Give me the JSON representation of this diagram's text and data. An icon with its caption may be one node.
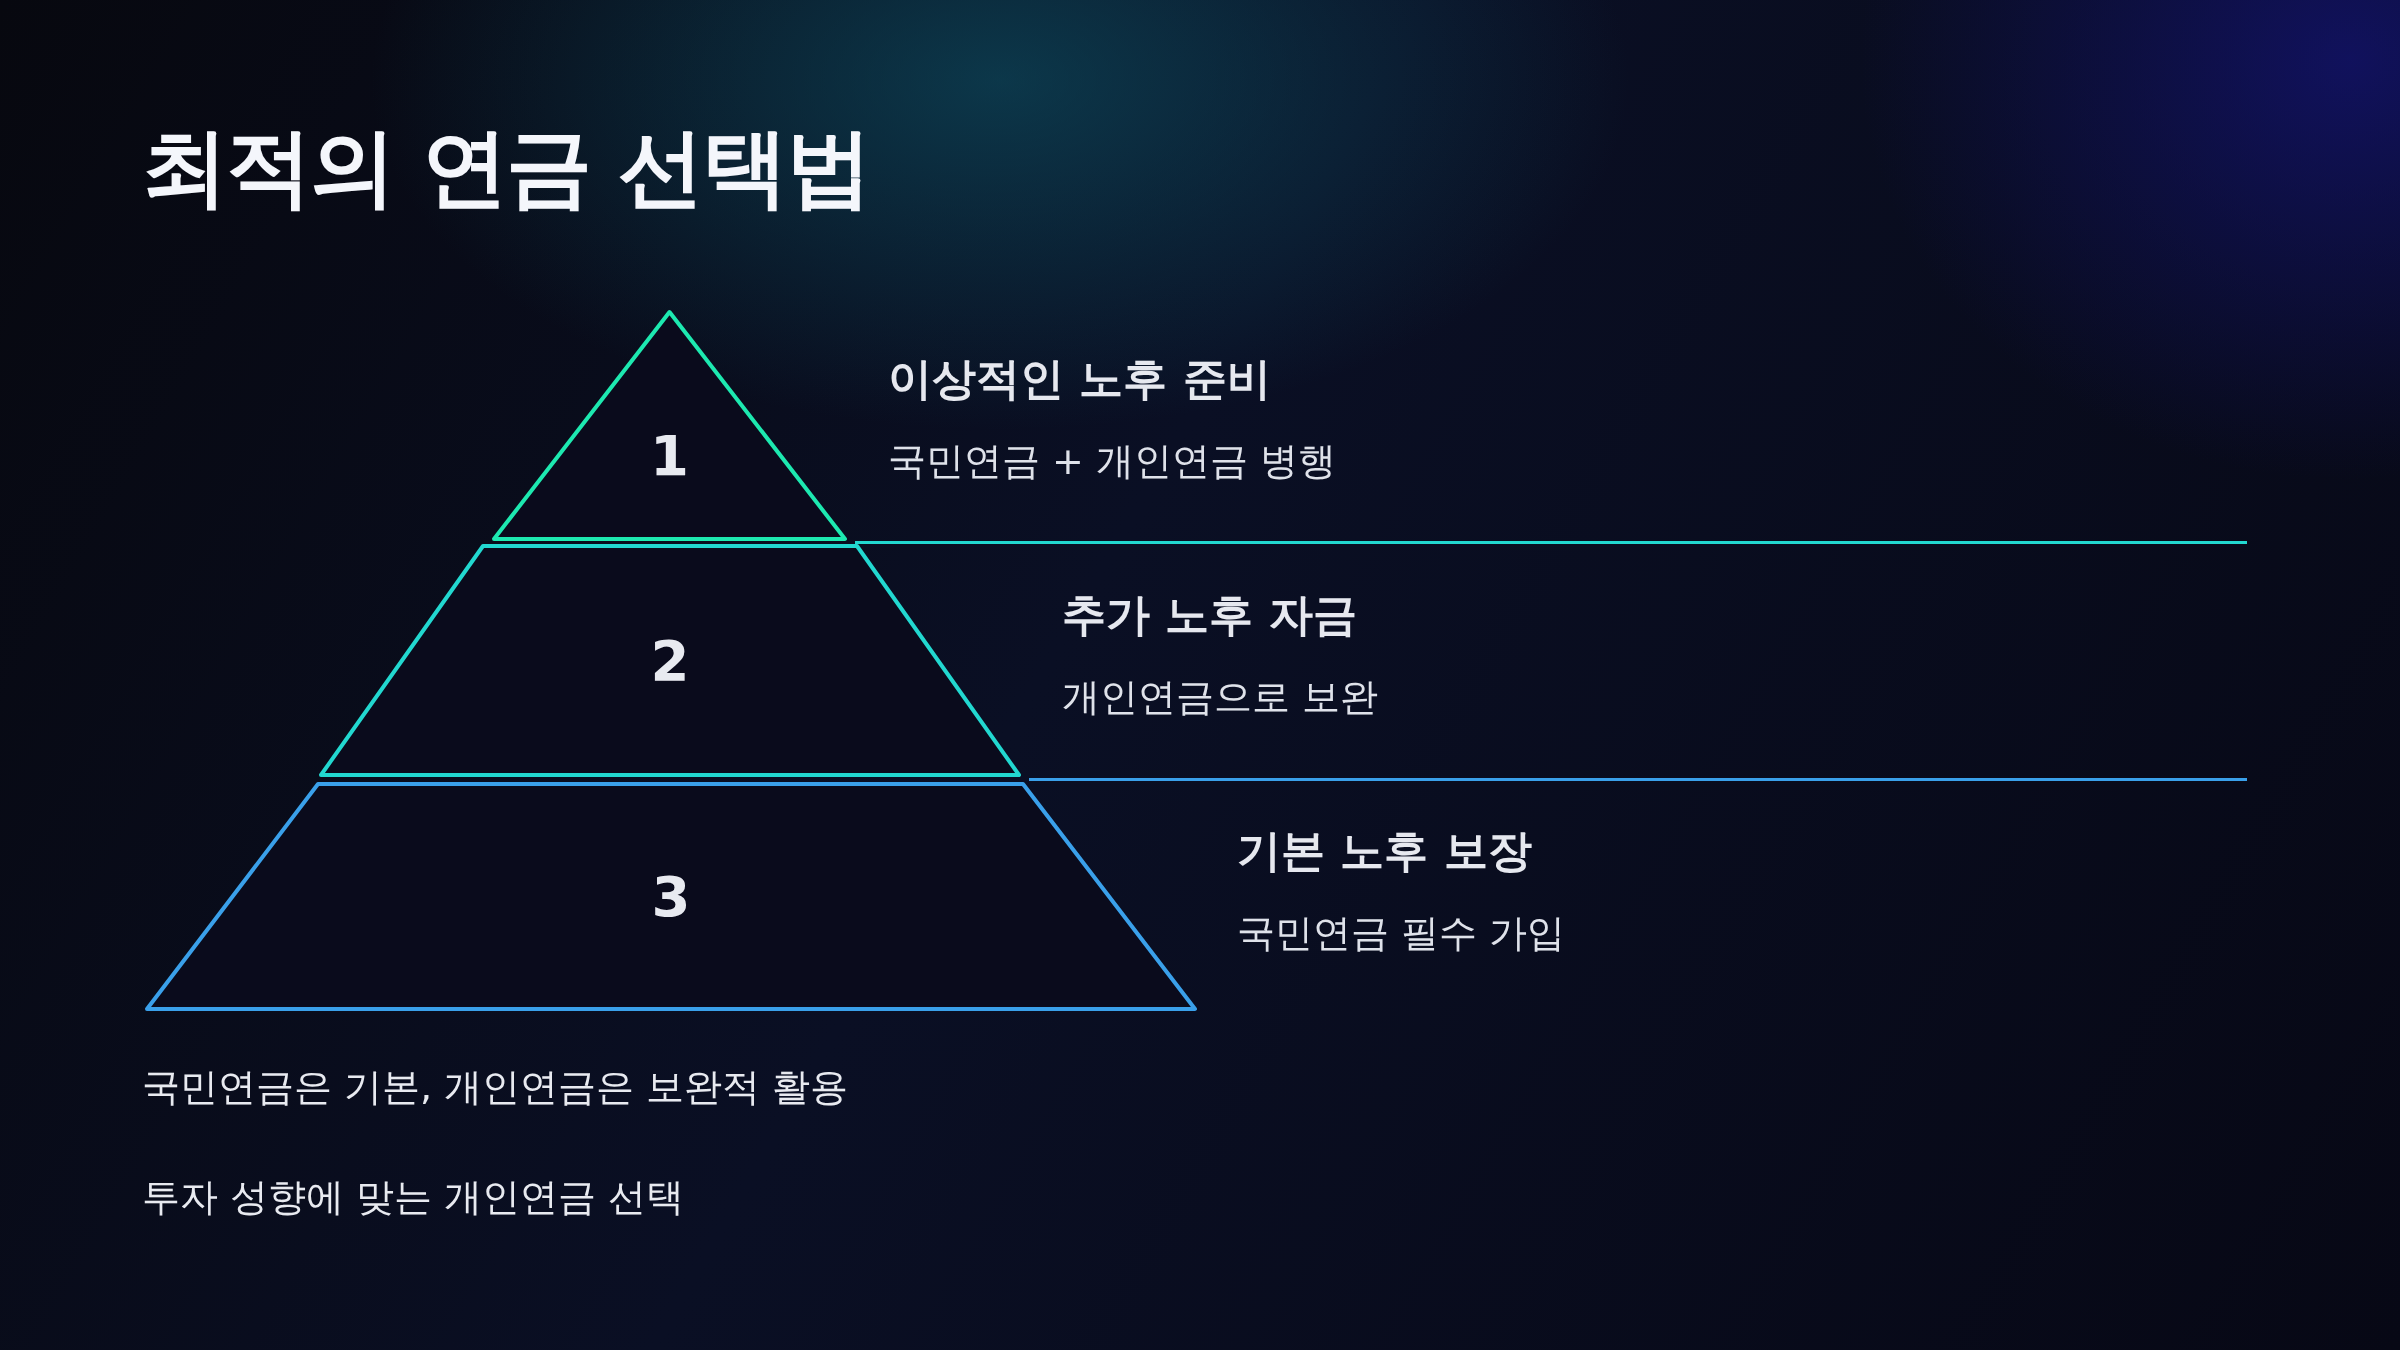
{
  "diagram": {
    "title": "최적의 연금 선택법",
    "nodes": [
      {
        "text": [
          "1"
        ],
        "beside": [
          "이상적인 노후 준비",
          "국민연금 + 개인연금 병행"
        ]
      },
      {
        "text": [
          "2"
        ],
        "beside": [
          "추가 노후 자금",
          "개인연금으로 보완"
        ]
      },
      {
        "text": [
          "3"
        ],
        "beside": [
          "기본 노후 보장",
          "국민연금 필수 가입"
        ]
      }
    ],
    "labels": [
      "국민연금은 기본, 개인연금은 보완적 활용",
      "투자 성향에 맞는 개인연금 선택"
    ]
  }
}
